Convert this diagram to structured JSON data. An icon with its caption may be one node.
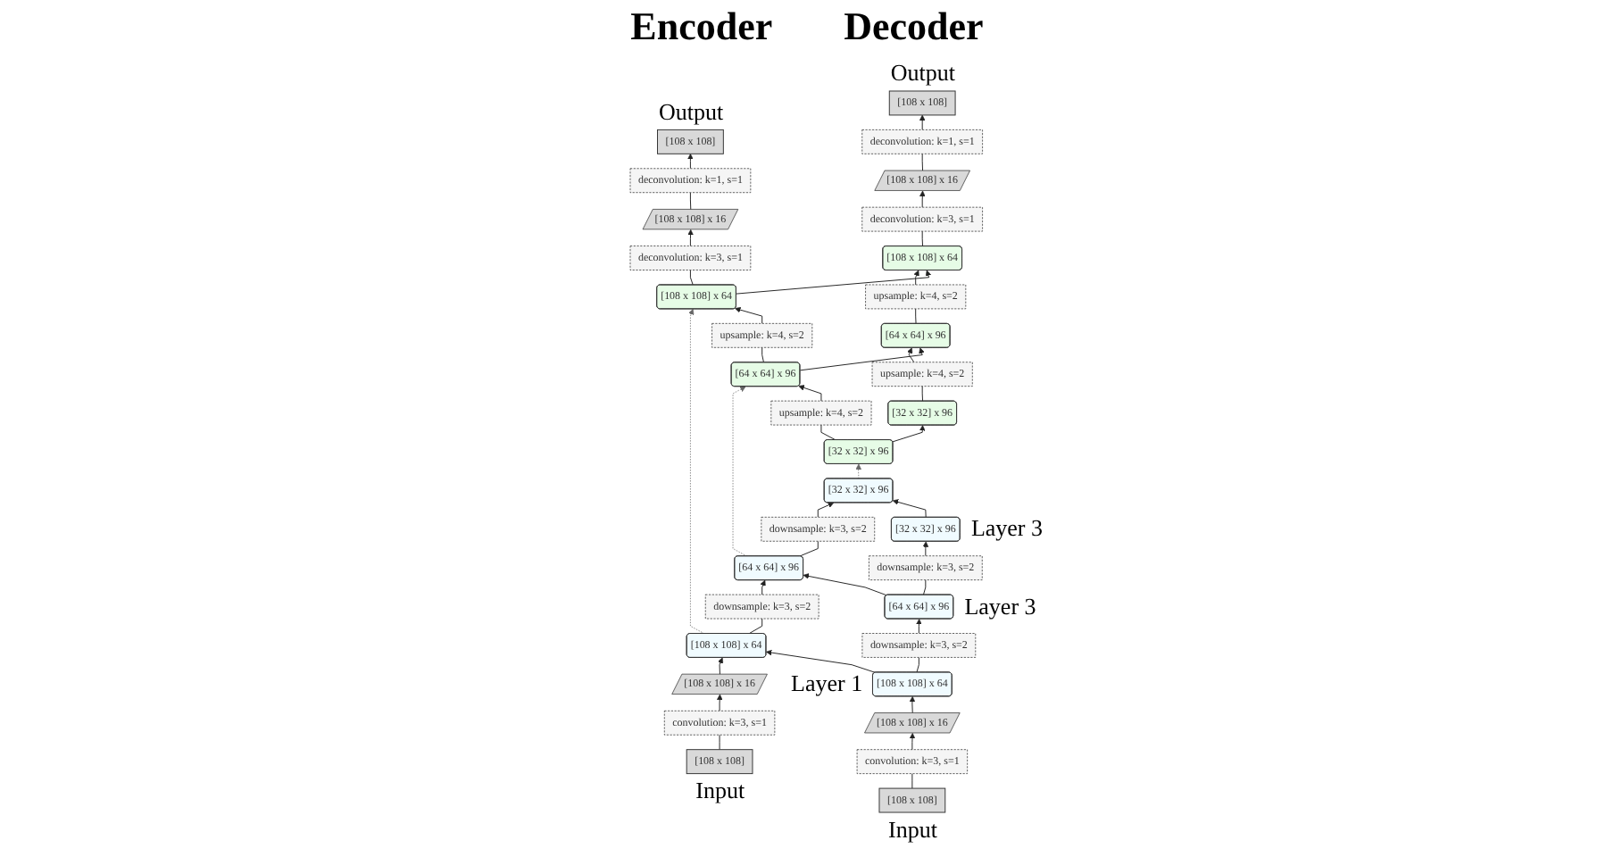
{
  "diagram": {
    "nodes": [
      {
        "text": [
          "[32 x 32] x 96"
        ],
        "beside": [
          "Layer 3"
        ]
      },
      {
        "text": [
          "downsample: k=3, s=2"
        ]
      },
      {
        "text": [
          "[64 x 64] x 96"
        ],
        "beside": [
          "Layer 3"
        ]
      },
      {
        "text": [
          "downsample: k=3, s=2"
        ]
      },
      {
        "text": [
          "[108 x 108] x 64"
        ],
        "beside": [
          "Layer 1"
        ]
      },
      {
        "text": [
          "[108 x 108] x 16"
        ]
      },
      {
        "text": [
          "convolution: k=3, s=1"
        ]
      },
      {
        "text": [
          "[108 x 108]"
        ],
        "beside": [
          "Input"
        ]
      },
      {
        "text": [
          "[32 x 32] x 96"
        ]
      },
      {
        "text": [
          "downsample: k=3, s=2"
        ]
      },
      {
        "text": [
          "[64 x 64] x 96"
        ]
      },
      {
        "text": [
          "downsample: k=3, s=2"
        ]
      },
      {
        "text": [
          "[108 x 108] x 64"
        ]
      },
      {
        "text": [
          "[108 x 108] x 16"
        ]
      },
      {
        "text": [
          "convolution: k=3, s=1"
        ]
      },
      {
        "text": [
          "[108 x 108]"
        ],
        "beside": [
          "Input"
        ]
      },
      {
        "text": [
          "[32 x 32] x 96"
        ]
      },
      {
        "text": [
          "upsample: k=4, s=2"
        ]
      },
      {
        "text": [
          "[64 x 64] x 96"
        ]
      },
      {
        "text": [
          "upsample: k=4, s=2"
        ]
      },
      {
        "text": [
          "[108 x 108] x 64"
        ]
      },
      {
        "text": [
          "deconvolution: k=3, s=1"
        ]
      },
      {
        "text": [
          "[108 x 108] x 16"
        ]
      },
      {
        "text": [
          "deconvolution: k=1, s=1"
        ]
      },
      {
        "text": [
          "[108 x 108]"
        ],
        "beside": [
          "Output"
        ]
      },
      {
        "text": [
          "[32 x 32] x 96"
        ]
      },
      {
        "text": [
          "upsample: k=4, s=2"
        ]
      },
      {
        "text": [
          "[64 x 64] x 96"
        ]
      },
      {
        "text": [
          "upsample: k=4, s=2"
        ]
      },
      {
        "text": [
          "[108 x 108] x 64"
        ]
      },
      {
        "text": [
          "deconvolution: k=3, s=1"
        ]
      },
      {
        "text": [
          "[108 x 108] x 16"
        ]
      },
      {
        "text": [
          "deconvolution: k=1, s=1"
        ]
      },
      {
        "text": [
          "[108 x 108]"
        ],
        "beside": [
          "Output"
        ]
      }
    ],
    "edges": [
      {
        "from": 7,
        "to": 6,
        "arrow": "none"
      },
      {
        "from": 6,
        "to": 5,
        "arrow": "to"
      },
      {
        "from": 5,
        "to": 4,
        "arrow": "to"
      },
      {
        "from": 4,
        "to": 3,
        "arrow": "none"
      },
      {
        "from": 3,
        "to": 2,
        "arrow": "to"
      },
      {
        "from": 2,
        "to": 1,
        "arrow": "none"
      },
      {
        "from": 1,
        "to": 0,
        "arrow": "to"
      },
      {
        "from": 15,
        "to": 14,
        "arrow": "none"
      },
      {
        "from": 14,
        "to": 13,
        "arrow": "to"
      },
      {
        "from": 13,
        "to": 12,
        "arrow": "to"
      },
      {
        "from": 12,
        "to": 11,
        "arrow": "none"
      },
      {
        "from": 11,
        "to": 10,
        "arrow": "to"
      },
      {
        "from": 10,
        "to": 9,
        "arrow": "none"
      },
      {
        "from": 9,
        "to": 8,
        "arrow": "to"
      },
      {
        "from": 0,
        "to": 8,
        "arrow": "to"
      },
      {
        "from": 2,
        "to": 10,
        "arrow": "to"
      },
      {
        "from": 4,
        "to": 12,
        "arrow": "to"
      },
      {
        "from": 8,
        "to": 16,
        "arrow": "to",
        "style": "dashed",
        "color": "#666666"
      },
      {
        "from": 10,
        "to": 18,
        "arrow": "to",
        "style": "dashed",
        "color": "#666666"
      },
      {
        "from": 12,
        "to": 20,
        "arrow": "to",
        "style": "dashed",
        "color": "#666666"
      },
      {
        "from": 16,
        "to": 17,
        "arrow": "none"
      },
      {
        "from": 17,
        "to": 18,
        "arrow": "to"
      },
      {
        "from": 18,
        "to": 19,
        "arrow": "none"
      },
      {
        "from": 19,
        "to": 20,
        "arrow": "to"
      },
      {
        "from": 20,
        "to": 21,
        "arrow": "none"
      },
      {
        "from": 21,
        "to": 22,
        "arrow": "to"
      },
      {
        "from": 22,
        "to": 23,
        "arrow": "none"
      },
      {
        "from": 23,
        "to": 24,
        "arrow": "to"
      },
      {
        "from": 25,
        "to": 26,
        "arrow": "none"
      },
      {
        "from": 26,
        "to": 27,
        "arrow": "to"
      },
      {
        "from": 27,
        "to": 28,
        "arrow": "none"
      },
      {
        "from": 28,
        "to": 29,
        "arrow": "to"
      },
      {
        "from": 29,
        "to": 30,
        "arrow": "none"
      },
      {
        "from": 30,
        "to": 31,
        "arrow": "to"
      },
      {
        "from": 31,
        "to": 32,
        "arrow": "none"
      },
      {
        "from": 32,
        "to": 33,
        "arrow": "to"
      },
      {
        "from": 16,
        "to": 25,
        "arrow": "to"
      },
      {
        "from": 18,
        "to": 27,
        "arrow": "to"
      },
      {
        "from": 20,
        "to": 29,
        "arrow": "to"
      }
    ],
    "labels": [
      "Encoder",
      "Decoder"
    ]
  }
}
